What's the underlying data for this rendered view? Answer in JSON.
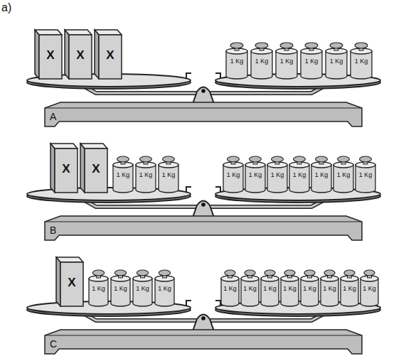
{
  "diagram": {
    "nodes": [
      {
        "text": [
          "X"
        ]
      },
      {
        "text": [
          "X"
        ]
      },
      {
        "text": [
          "X"
        ]
      },
      {
        "text": [
          "1 Kg"
        ]
      },
      {
        "text": [
          "1 Kg"
        ]
      },
      {
        "text": [
          "1 Kg"
        ]
      },
      {
        "text": [
          "1 Kg"
        ]
      },
      {
        "text": [
          "1 Kg"
        ]
      },
      {
        "text": [
          "1 Kg"
        ]
      },
      {
        "text": [
          "A"
        ]
      },
      {
        "text": [
          "X"
        ]
      },
      {
        "text": [
          "X"
        ]
      },
      {
        "text": [
          "1 Kg"
        ]
      },
      {
        "text": [
          "1 Kg"
        ]
      },
      {
        "text": [
          "1 Kg"
        ]
      },
      {
        "text": [
          "1 Kg"
        ]
      },
      {
        "text": [
          "1 Kg"
        ]
      },
      {
        "text": [
          "1 Kg"
        ]
      },
      {
        "text": [
          "1 Kg"
        ]
      },
      {
        "text": [
          "1 Kg"
        ]
      },
      {
        "text": [
          "1 Kg"
        ]
      },
      {
        "text": [
          "1 Kg"
        ]
      },
      {
        "text": [
          "B"
        ]
      },
      {
        "text": [
          "X"
        ]
      },
      {
        "text": [
          "1 Kg"
        ]
      },
      {
        "text": [
          "1 Kg"
        ]
      },
      {
        "text": [
          "1 Kg"
        ]
      },
      {
        "text": [
          "1 Kg"
        ]
      },
      {
        "text": [
          "1 Kg"
        ]
      },
      {
        "text": [
          "1 Kg"
        ]
      },
      {
        "text": [
          "1 Kg"
        ]
      },
      {
        "text": [
          "1 Kg"
        ]
      },
      {
        "text": [
          "1 Kg"
        ]
      },
      {
        "text": [
          "1 Kg"
        ]
      },
      {
        "text": [
          "1 Kg"
        ]
      },
      {
        "text": [
          "1 Kg"
        ]
      },
      {
        "text": [
          "C"
        ]
      }
    ],
    "labels": [
      "a)"
    ]
  }
}
